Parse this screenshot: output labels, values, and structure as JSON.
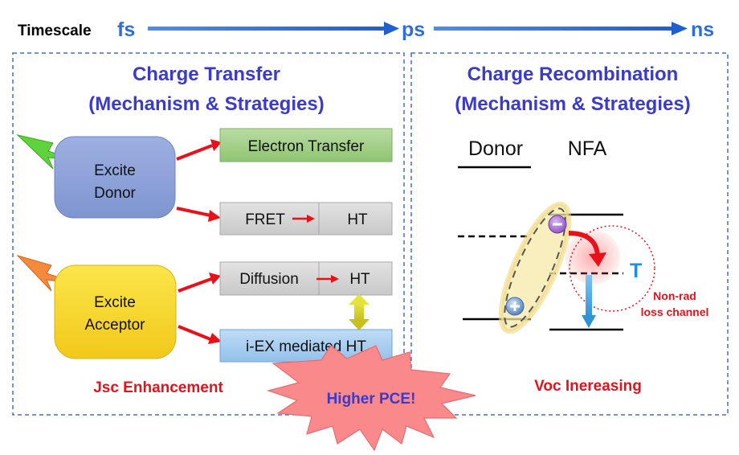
{
  "timescale": {
    "label": "Timescale",
    "fs": "fs",
    "ps": "ps",
    "ns": "ns"
  },
  "left_panel": {
    "title_line1": "Charge Transfer",
    "title_line2": "(Mechanism & Strategies)",
    "donor_box_line1": "Excite",
    "donor_box_line2": "Donor",
    "acceptor_box_line1": "Excite",
    "acceptor_box_line2": "Acceptor",
    "electron_transfer": "Electron Transfer",
    "fret": "FRET",
    "fret_ht": "HT",
    "diffusion": "Diffusion",
    "diffusion_ht": "HT",
    "iex": "i-EX mediated HT",
    "footer": "Jsc Enhancement"
  },
  "right_panel": {
    "title_line1": "Charge Recombination",
    "title_line2": "(Mechanism & Strategies)",
    "donor_label": "Donor",
    "nfa_label": "NFA",
    "triplet_label": "T",
    "nonrad_line1": "Non-rad",
    "nonrad_line2": "loss channel",
    "footer": "Voc Inereasing"
  },
  "burst": {
    "label": "Higher PCE!"
  },
  "colors": {
    "title_blue": "#3a3acb",
    "red_text": "#e0141e",
    "arrow_red": "#e8111a",
    "timescale_blue": "#2c6fd6",
    "donor_box": "#8fa3d8",
    "acceptor_box": "#f5d923",
    "green_box": "#a5d08a",
    "gray_box": "#d4d4d4",
    "blue_box": "#a9cff0",
    "burst_fill": "#f9898b",
    "dashed_border": "#4472c4"
  },
  "icons": {
    "donor_excitation": "lightning-bolt-green-icon",
    "acceptor_excitation": "lightning-bolt-orange-icon",
    "electron": "electron-minus-icon",
    "hole": "hole-plus-icon"
  }
}
